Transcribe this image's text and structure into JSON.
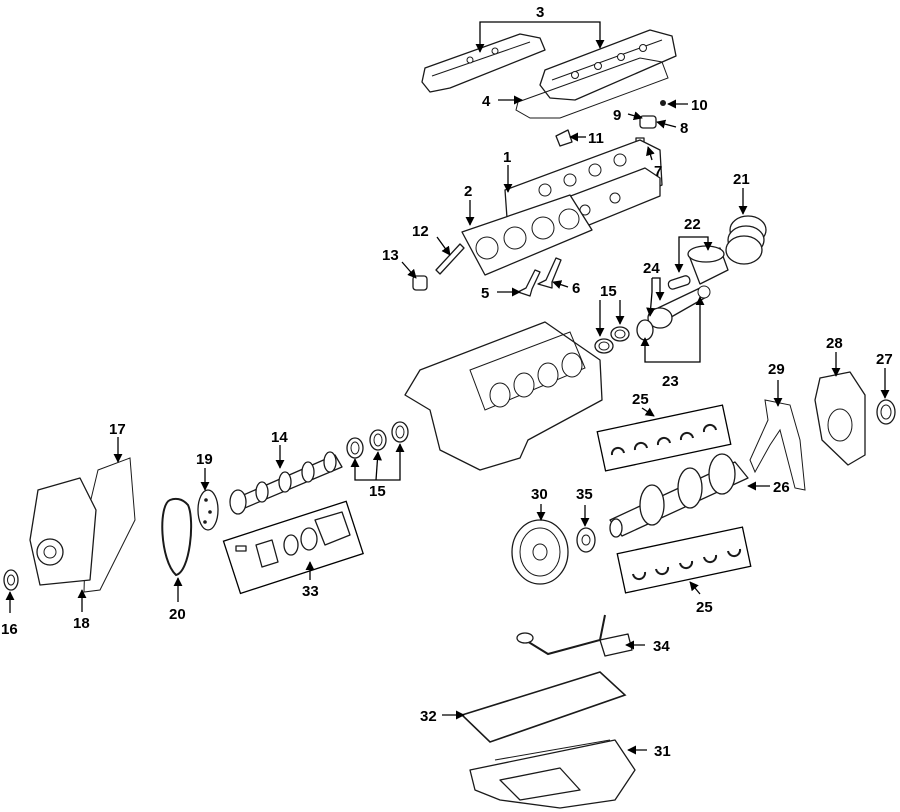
{
  "callouts": {
    "c1": "1",
    "c2": "2",
    "c3": "3",
    "c4": "4",
    "c5": "5",
    "c6": "6",
    "c7": "7",
    "c8": "8",
    "c9": "9",
    "c10": "10",
    "c11": "11",
    "c12": "12",
    "c13": "13",
    "c14": "14",
    "c15a": "15",
    "c15b": "15",
    "c16": "16",
    "c17": "17",
    "c18": "18",
    "c19": "19",
    "c20": "20",
    "c21": "21",
    "c22": "22",
    "c23": "23",
    "c24": "24",
    "c25a": "25",
    "c25b": "25",
    "c26": "26",
    "c27": "27",
    "c28": "28",
    "c29": "29",
    "c30": "30",
    "c31": "31",
    "c32": "32",
    "c33": "33",
    "c34": "34",
    "c35": "35"
  },
  "colors": {
    "line": "#1a1a1a",
    "background": "#ffffff"
  }
}
